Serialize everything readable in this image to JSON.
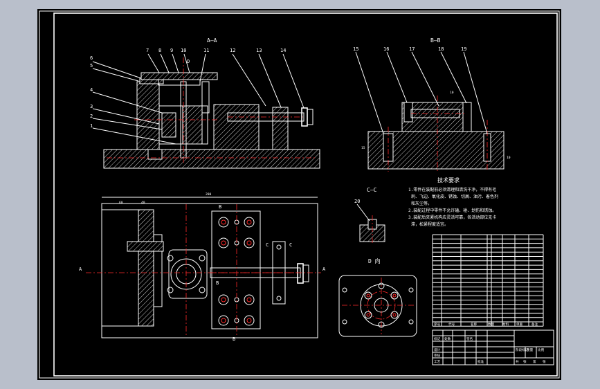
{
  "views": {
    "a_a": "A—A",
    "b_b": "B—B",
    "c_c": "C—C",
    "d_view": "D 向"
  },
  "balloons_a": [
    "6",
    "5",
    "4",
    "3",
    "2",
    "1",
    "7",
    "8",
    "9",
    "10",
    "11",
    "12",
    "13",
    "14"
  ],
  "balloon_d": "D",
  "balloons_b": [
    "15",
    "16",
    "17",
    "18",
    "19"
  ],
  "balloon_c": "20",
  "dims": {
    "top_overall": "200",
    "left_1": "60",
    "left_2": "40",
    "b_left": "15",
    "b_right": "10",
    "b_top": "10"
  },
  "section_marks": {
    "a_left": "A",
    "a_right": "A",
    "b_top": "B",
    "b_bottom": "B",
    "c_left": "C",
    "c_right": "C",
    "b_mid": "B"
  },
  "tech": {
    "title": "技术要求",
    "lines": [
      "1.零件在装配前必须清理和清洗干净，不得有毛",
      "刺、飞边、氧化皮、锈蚀、切屑、油污、着色剂",
      "和灰尘等。",
      "2.装配过程中零件不允许磕、碰、划伤和锈蚀。",
      "3.装配后夹紧机构应灵活可靠，各活动部位无卡",
      "滞，松紧程度适宜。"
    ]
  },
  "bom_header": [
    "序号",
    "代号",
    "名称",
    "数量",
    "材料",
    "单重",
    "备注"
  ],
  "title_block": {
    "label1": "标记",
    "label2": "处数",
    "label3": "签名",
    "label4": "设计",
    "label5": "审核",
    "label6": "工艺",
    "label7": "阶段标记",
    "label8": "重量",
    "label9": "比例",
    "label10": "共",
    "label11": "张",
    "label12": "第",
    "label13": "张",
    "label14": "批准"
  },
  "colors": {
    "background": "#000000",
    "outer": "#b9bfcb",
    "line": "#ffffff",
    "center": "#ff2a2a"
  }
}
